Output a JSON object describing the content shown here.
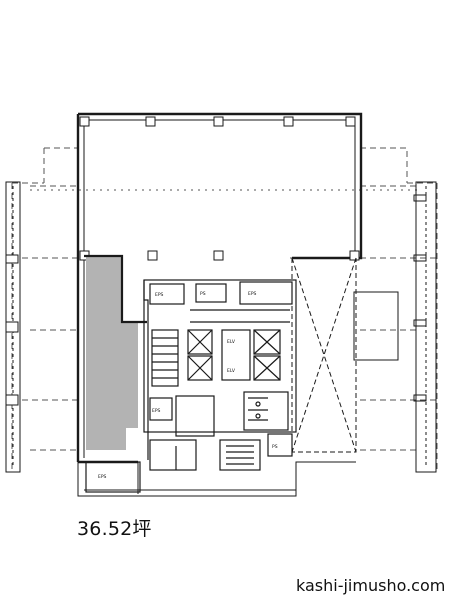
{
  "plan": {
    "area_text": "36.52坪",
    "site_text": "kashi-jimusho.com",
    "room_labels": [
      "EPS",
      "PS",
      "EPS",
      "ELV",
      "ELV",
      "EPS",
      "PS",
      "EPS"
    ]
  },
  "colors": {
    "line": "#1a1a1a",
    "highlight": "#b3b3b3",
    "background": "#ffffff"
  }
}
